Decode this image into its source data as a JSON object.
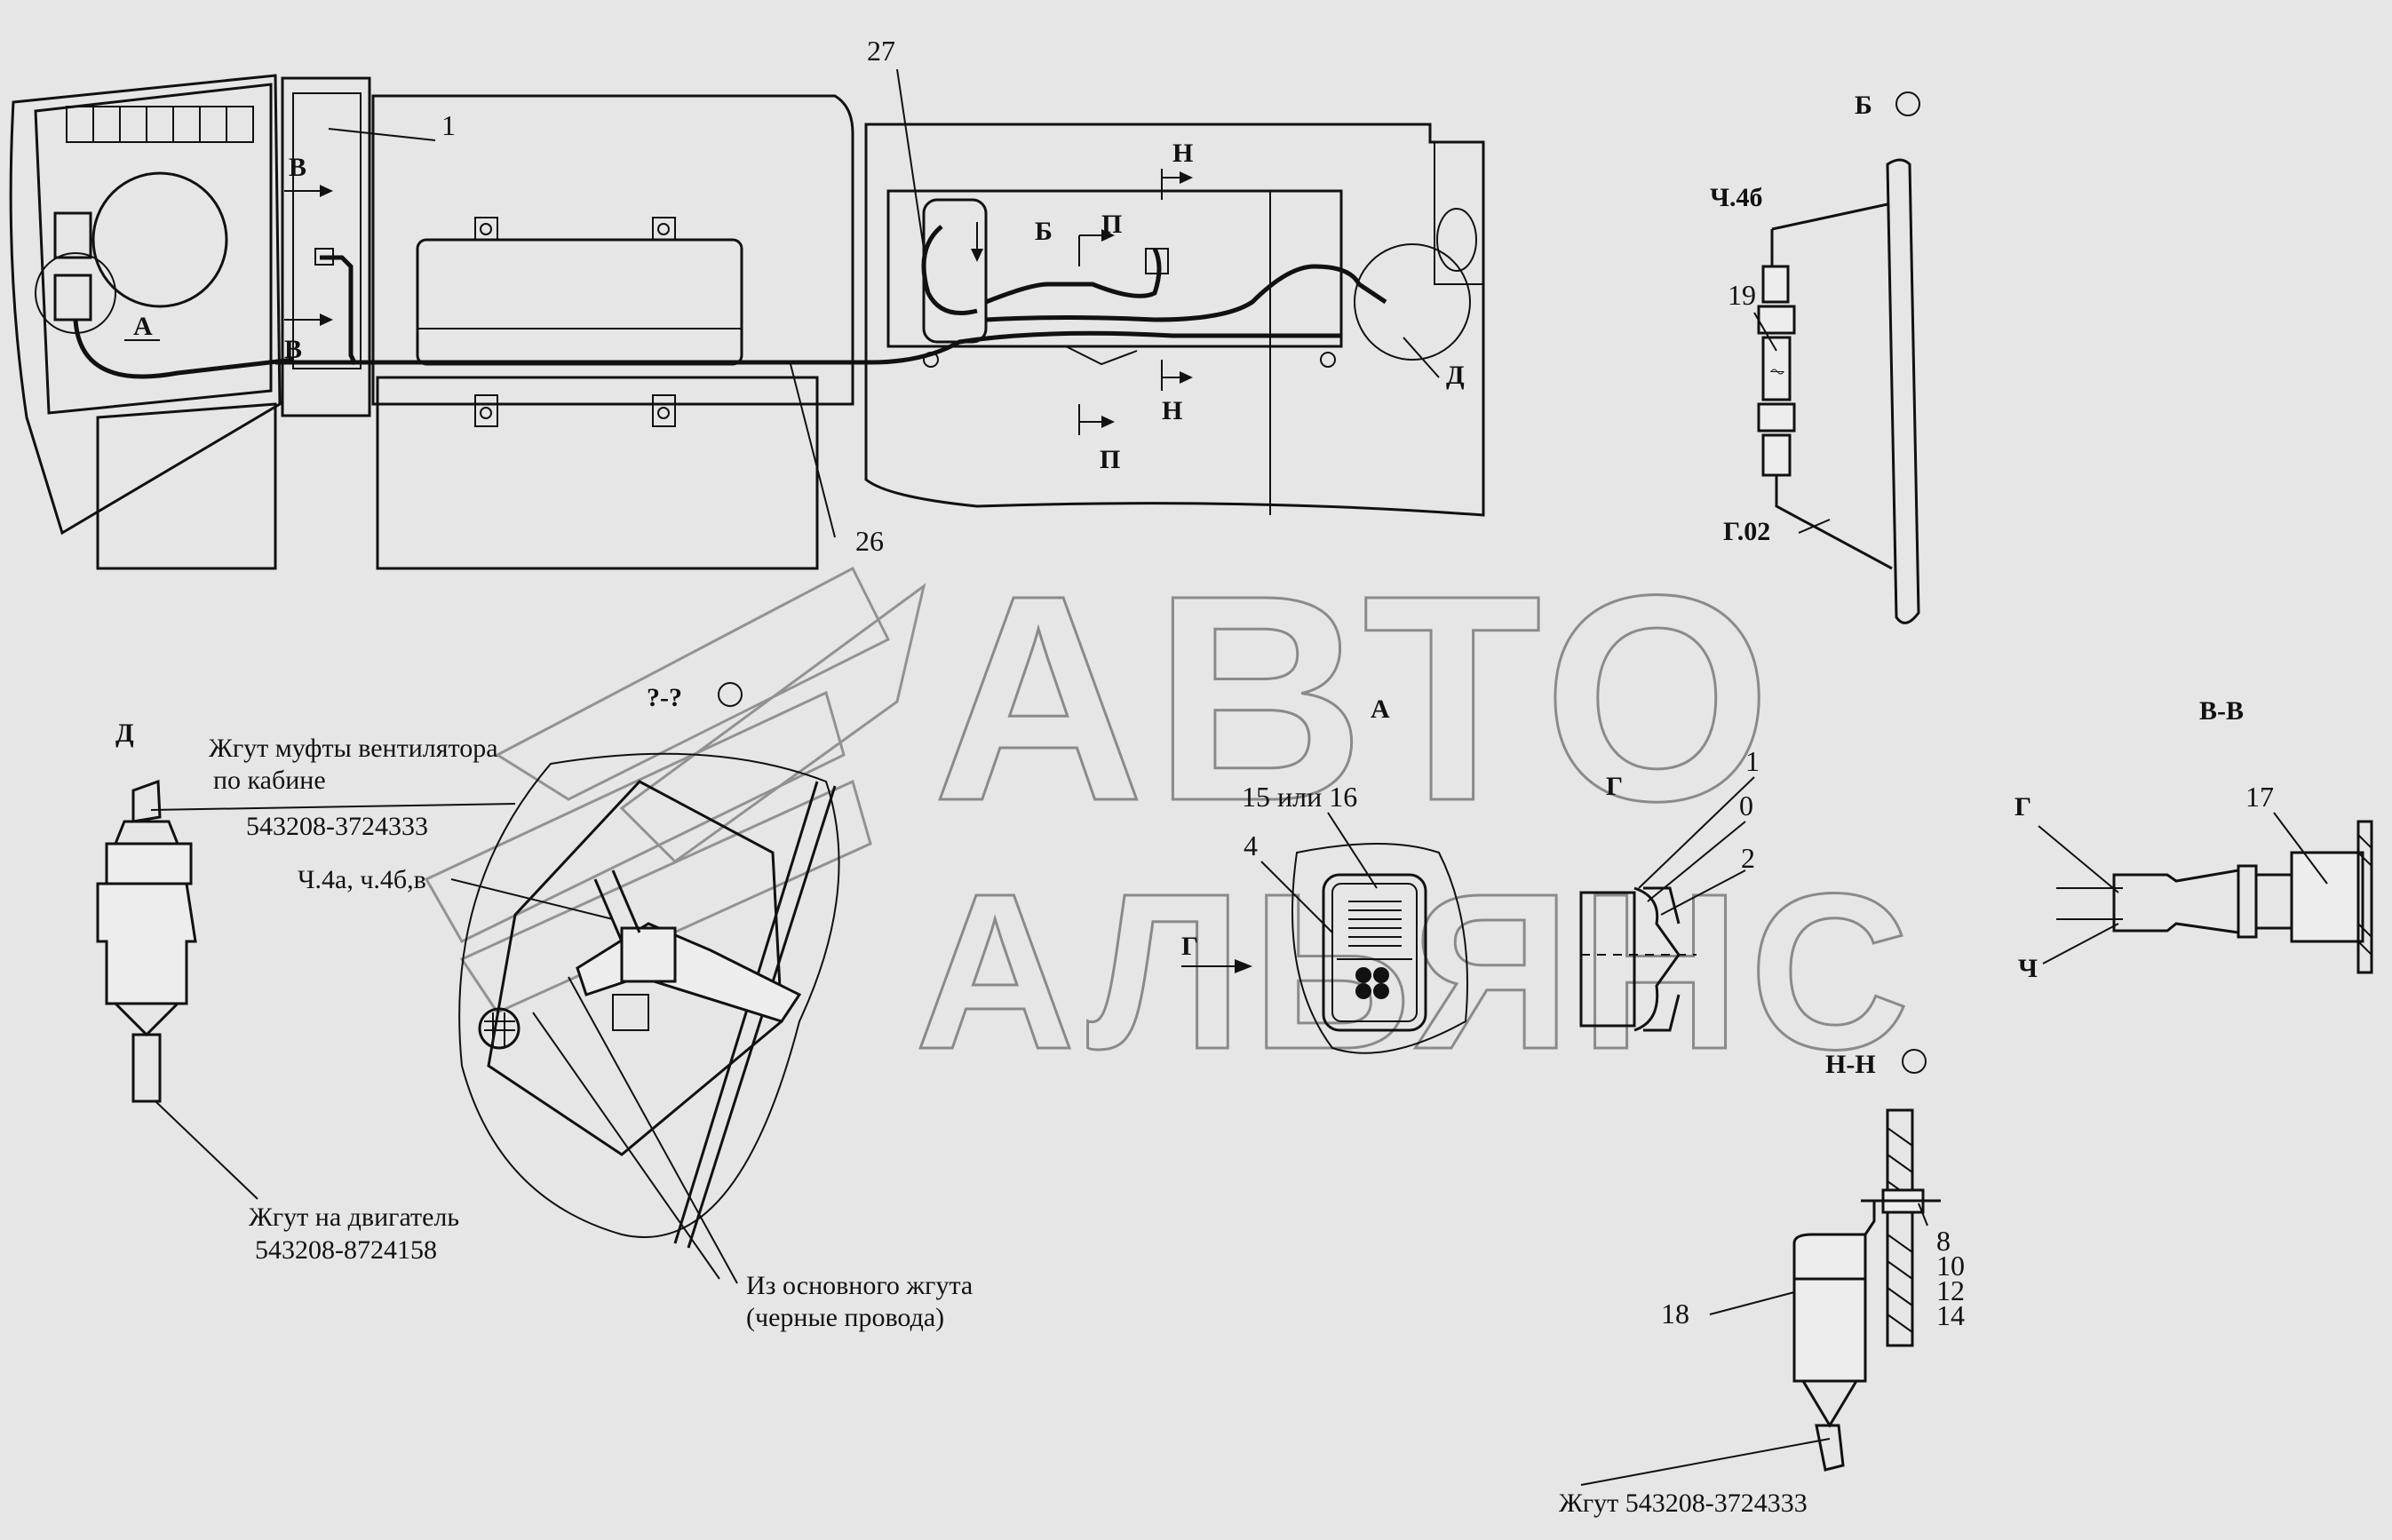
{
  "watermark": {
    "line1": "АВТО",
    "line2": "АЛЬЯНС"
  },
  "callouts": {
    "c1": "1",
    "c27": "27",
    "c26": "26",
    "c19": "19",
    "c17": "17",
    "c18": "18",
    "c4": "4",
    "c15_16": "15 или 16",
    "r1": "1",
    "r0": "0",
    "r2": "2",
    "c8": "8",
    "c10": "10",
    "c12": "12",
    "c14": "14"
  },
  "markers": {
    "V1": "В",
    "V2": "В",
    "A_main": "А",
    "B_arrow": "Б",
    "P_top": "П",
    "N_top": "Н",
    "N_bot": "Н",
    "P_bot": "П",
    "D_main": "Д",
    "G_left": "Г",
    "G_right": "Г",
    "Ch_right": "Ч"
  },
  "views": {
    "B_title": "Б",
    "A_title": "А",
    "D_title": "Д",
    "Q_title": "?-?",
    "VV_title": "В-В",
    "NN_title": "Н-Н",
    "G_title": "Г"
  },
  "labels": {
    "ch4b": "Ч.4б",
    "g02": "Г.02",
    "ch4a": "Ч.4а, ч.4б,в",
    "fan_harness_l1": "Жгут муфты вентилятора",
    "fan_harness_l2": "по кабине",
    "fan_harness_code": "543208-3724333",
    "engine_harness_l1": "Жгут на двигатель",
    "engine_harness_code": "543208-8724158",
    "main_harness_l1": "Из основного жгута",
    "main_harness_l2": "(черные провода)",
    "bottom_harness": "Жгут 543208-3724333"
  }
}
